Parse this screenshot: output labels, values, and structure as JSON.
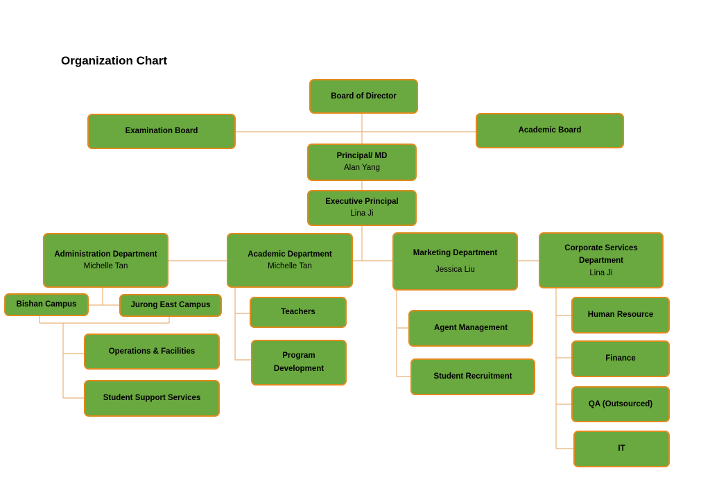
{
  "title": "Organization Chart",
  "colors": {
    "box_fill": "#6aa840",
    "box_border": "#e08a1e",
    "connector": "#e8b27a"
  },
  "nodes": {
    "board": {
      "title": "Board of Director"
    },
    "exam_board": {
      "title": "Examination Board"
    },
    "academic_board": {
      "title": "Academic Board"
    },
    "principal": {
      "title": "Principal/ MD",
      "name": "Alan Yang"
    },
    "exec_principal": {
      "title": "Executive Principal",
      "name": "Lina Ji"
    },
    "admin_dept": {
      "title": "Administration Department",
      "name": "Michelle Tan"
    },
    "academic_dept": {
      "title": "Academic Department",
      "name": "Michelle Tan"
    },
    "marketing_dept": {
      "title": "Marketing Department",
      "name": "Jessica Liu"
    },
    "corporate_dept": {
      "title_line1": "Corporate Services",
      "title_line2": "Department",
      "name": "Lina Ji"
    },
    "bishan": {
      "title": "Bishan Campus"
    },
    "jurong": {
      "title": "Jurong East Campus"
    },
    "operations": {
      "title": "Operations & Facilities"
    },
    "student_support": {
      "title": "Student Support Services"
    },
    "teachers": {
      "title": "Teachers"
    },
    "program_dev": {
      "title_line1": "Program",
      "title_line2": "Development"
    },
    "agent_mgmt": {
      "title": "Agent Management"
    },
    "student_recruit": {
      "title": "Student Recruitment"
    },
    "hr": {
      "title": "Human Resource"
    },
    "finance": {
      "title": "Finance"
    },
    "qa": {
      "title": "QA (Outsourced)"
    },
    "it": {
      "title": "IT"
    }
  }
}
